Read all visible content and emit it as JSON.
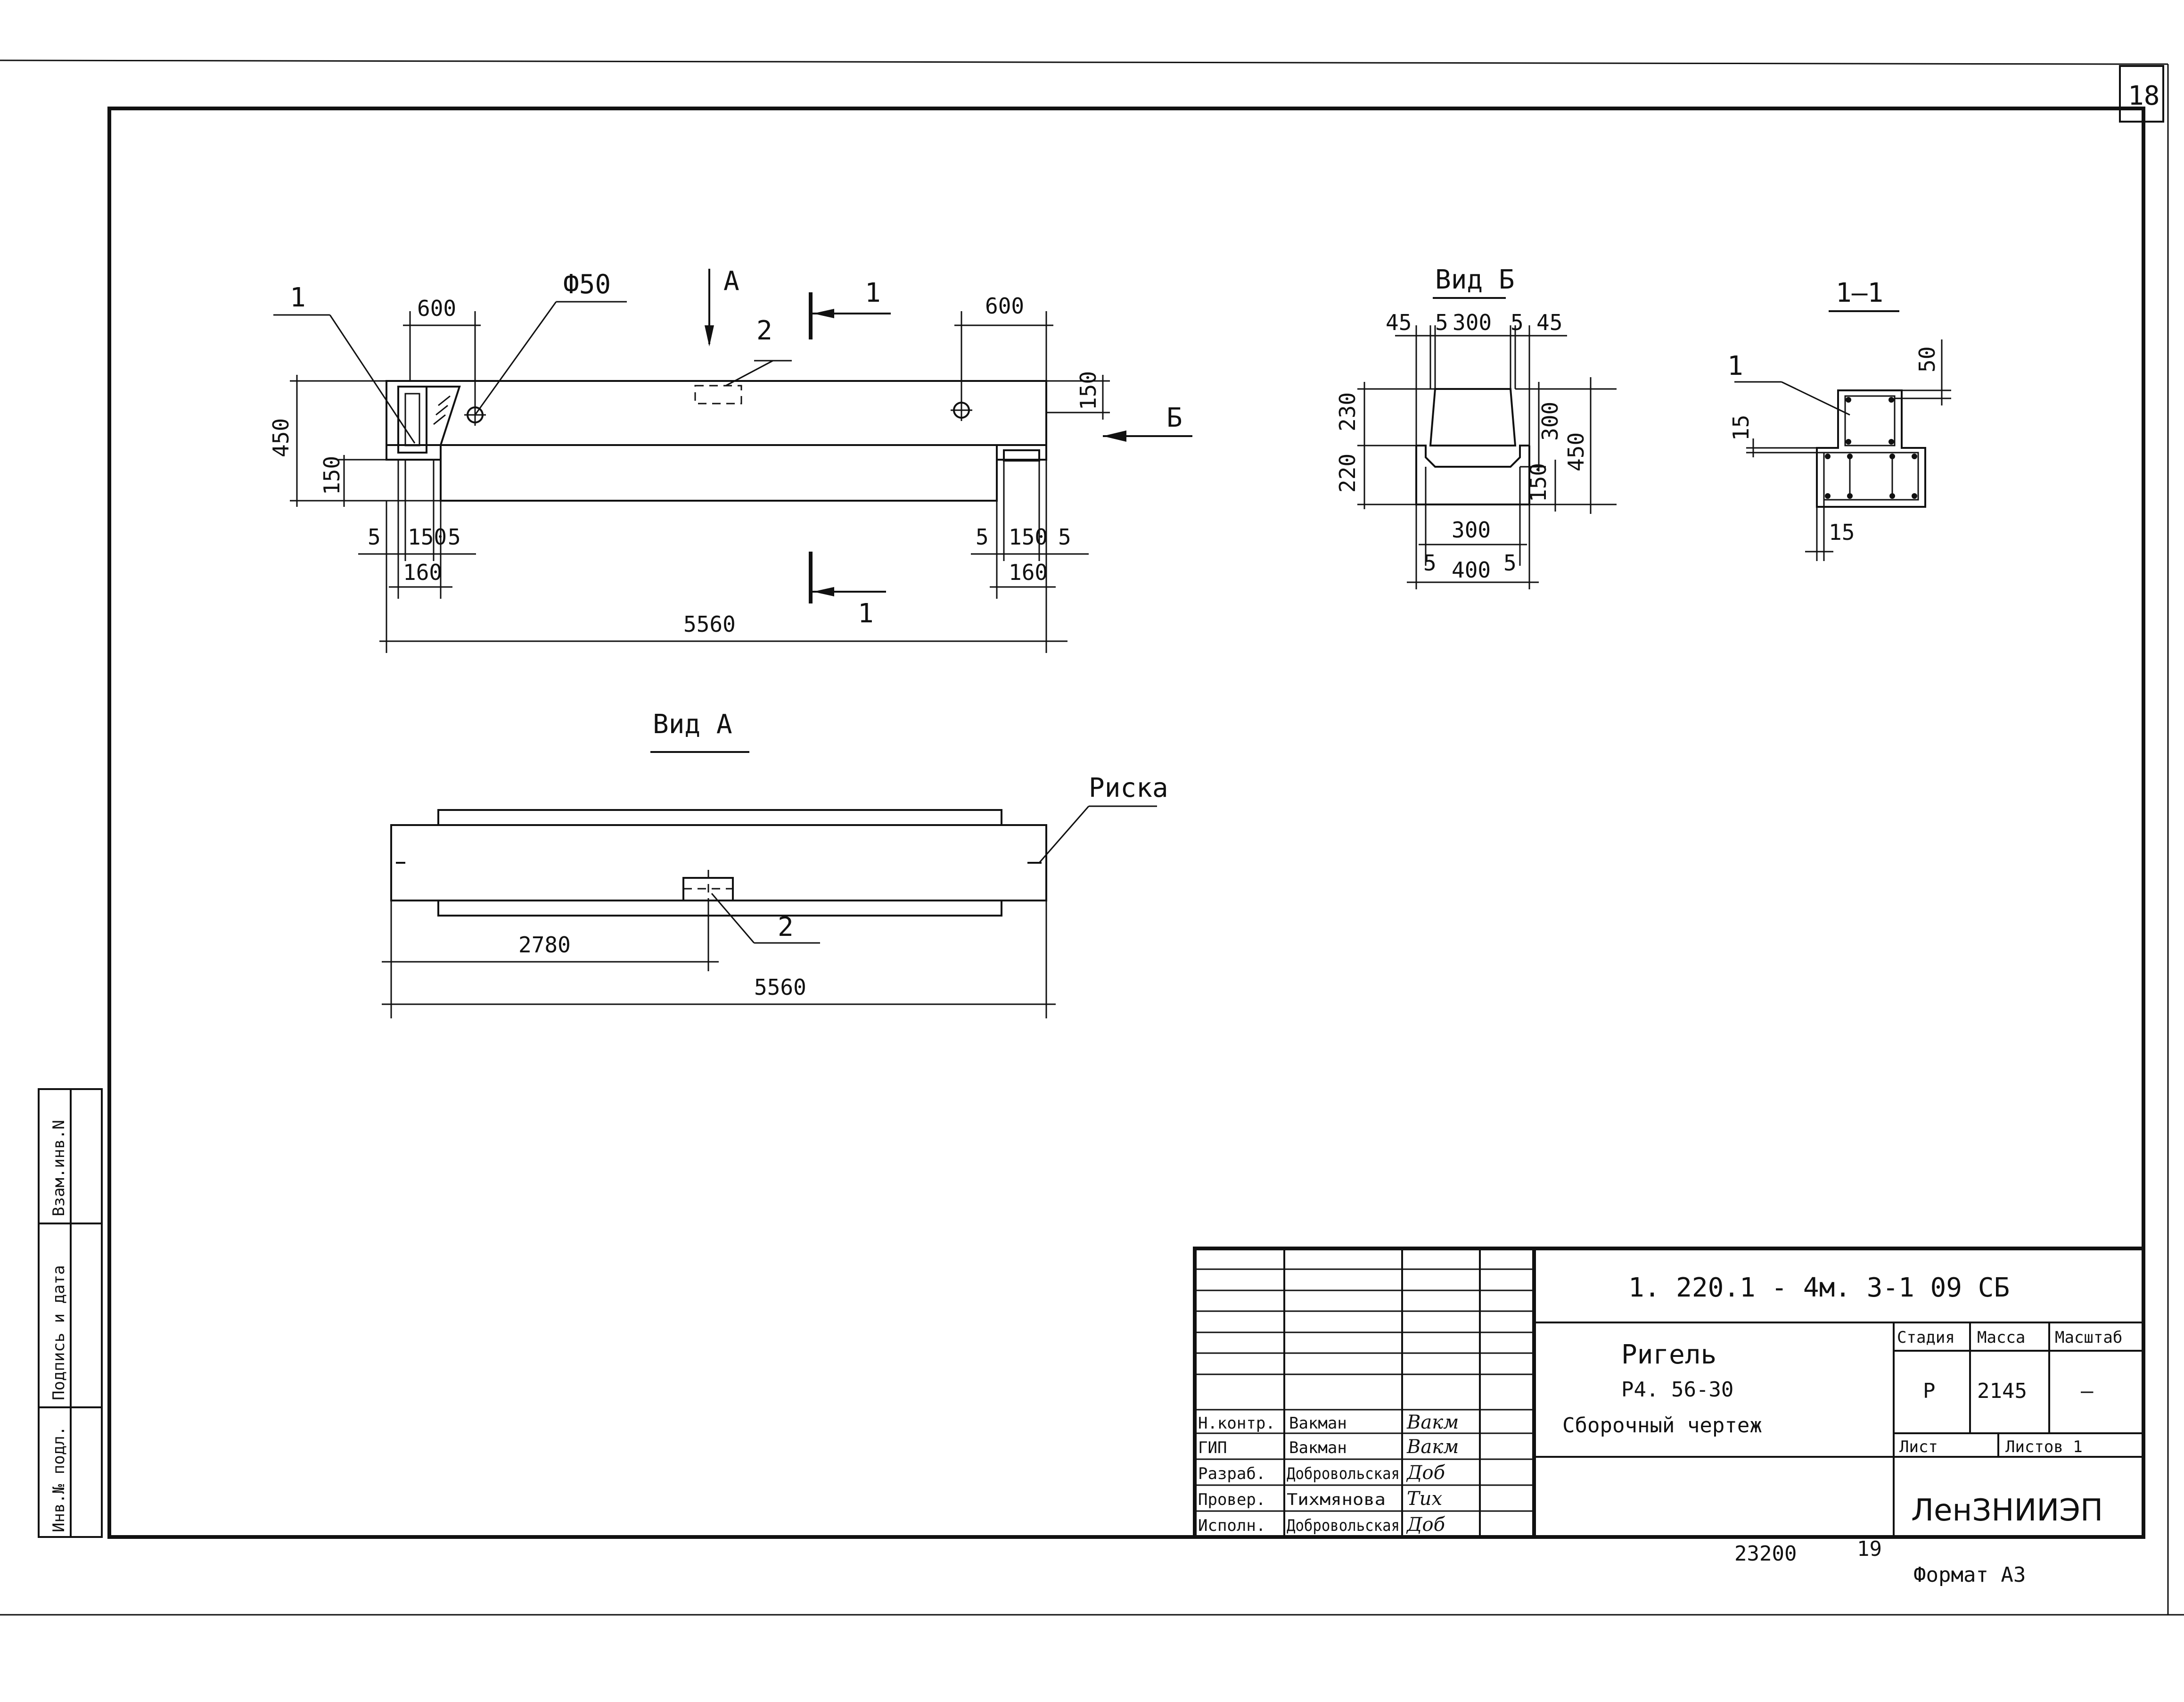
{
  "sheet": {
    "sheet_no": "18"
  },
  "side_stamp": {
    "inv_podl": "Инв.№ подл.",
    "podpis_data": "Подпись и дата",
    "vzam_inv": "Взам.инв.N"
  },
  "elevation": {
    "leader_1": "1",
    "phi": "Ф50",
    "dim_600_left": "600",
    "dim_600_right": "600",
    "arrow_A": "A",
    "mark_2": "2",
    "section_1_top": "1",
    "section_1_bottom": "1",
    "arrow_B": "Б",
    "dim_450": "450",
    "dim_150_left": "150",
    "dim_150_right": "150",
    "dim_5a": "5",
    "dim_150a": "150",
    "dim_5b": "5",
    "dim_160a": "160",
    "dim_5c": "5",
    "dim_150b": "150",
    "dim_5d": "5",
    "dim_160b": "160",
    "dim_5560": "5560"
  },
  "view_B": {
    "title": "Вид Б",
    "d45a": "45",
    "d5a": "5",
    "d300": "300",
    "d5b": "5",
    "d45b": "45",
    "d230": "230",
    "d220": "220",
    "d300v": "300",
    "d150v": "150",
    "d450": "450",
    "d300b": "300",
    "d5c": "5",
    "d400": "400",
    "d5d": "5"
  },
  "section_11": {
    "title": "1–1",
    "leader": "1",
    "d50": "50",
    "d15": "15",
    "d15b": "15"
  },
  "view_A": {
    "title": "Вид А",
    "riska": "Риска",
    "mark_2": "2",
    "d2780": "2780",
    "d5560": "5560"
  },
  "title_block": {
    "code": "1. 220.1 - 4м.  3-1     09 СБ",
    "name1": "Ригель",
    "name2": "Р4. 56-30",
    "name3": "Сборочный  чертеж",
    "stage_h": "Стадия",
    "mass_h": "Масса",
    "scale_h": "Масштаб",
    "stage": "Р",
    "mass": "2145",
    "scale": "—",
    "list": "Лист",
    "lists": "Листов  1",
    "org": "ЛенЗНИИЭП",
    "rows": [
      {
        "role": "Н.контр.",
        "name": "Вакман",
        "sig": "Вакм"
      },
      {
        "role": "ГИП",
        "name": "Вакман",
        "sig": "Вакм"
      },
      {
        "role": "Разраб.",
        "name": "Добровольская",
        "sig": "Доб"
      },
      {
        "role": "Провер.",
        "name": "Тихмянова",
        "sig": "Тих"
      },
      {
        "role": "Исполн.",
        "name": "Добровольская",
        "sig": "Доб"
      }
    ]
  },
  "footer": {
    "num": "23200",
    "page": "19",
    "format": "Формат А3"
  }
}
